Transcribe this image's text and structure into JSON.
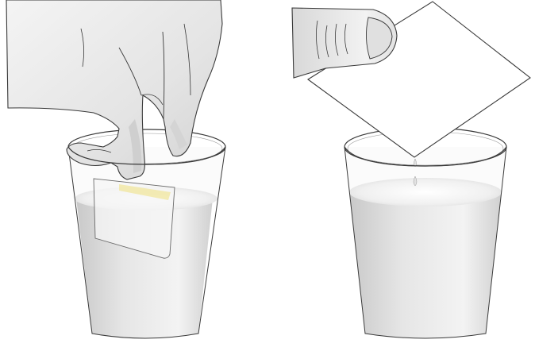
{
  "panels": [
    {
      "id": "dip",
      "contents": [
        "gloved-hand",
        "test-strip",
        "cup",
        "liquid"
      ]
    },
    {
      "id": "drip",
      "contents": [
        "thumb",
        "test-strip",
        "drop",
        "cup",
        "liquid"
      ]
    }
  ],
  "colors": {
    "outline": "#3a3a3a",
    "glove_fill": "#e9e9e9",
    "glove_shade": "#cfcfcf",
    "cup_wall": "#f0f0f0",
    "liquid_fill": "#d6d6d6",
    "liquid_surface": "#f6f6f6",
    "strip_fill": "#ffffff",
    "strip_pad": "#f1e7a3"
  }
}
